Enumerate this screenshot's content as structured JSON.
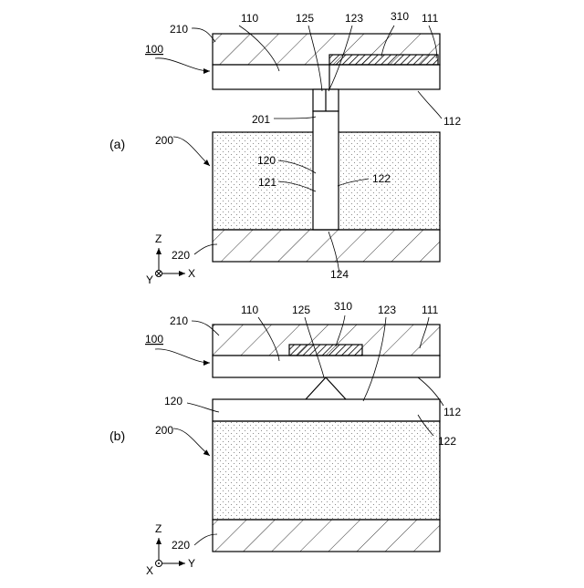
{
  "panels": {
    "a": {
      "label": "(a)",
      "refs": {
        "r210": "210",
        "r110": "110",
        "r125": "125",
        "r123": "123",
        "r310": "310",
        "r111": "111",
        "r100": "100",
        "r112": "112",
        "r201": "201",
        "r200": "200",
        "r120": "120",
        "r122": "122",
        "r121": "121",
        "r220": "220",
        "r124": "124"
      },
      "axes": {
        "z": "Z",
        "x": "X",
        "y": "Y"
      }
    },
    "b": {
      "label": "(b)",
      "refs": {
        "r210": "210",
        "r110": "110",
        "r125": "125",
        "r310": "310",
        "r123": "123",
        "r111": "111",
        "r100": "100",
        "r112": "112",
        "r120": "120",
        "r200": "200",
        "r122": "122",
        "r220": "220"
      },
      "axes": {
        "z": "Z",
        "x": "X",
        "y": "Y"
      }
    }
  }
}
